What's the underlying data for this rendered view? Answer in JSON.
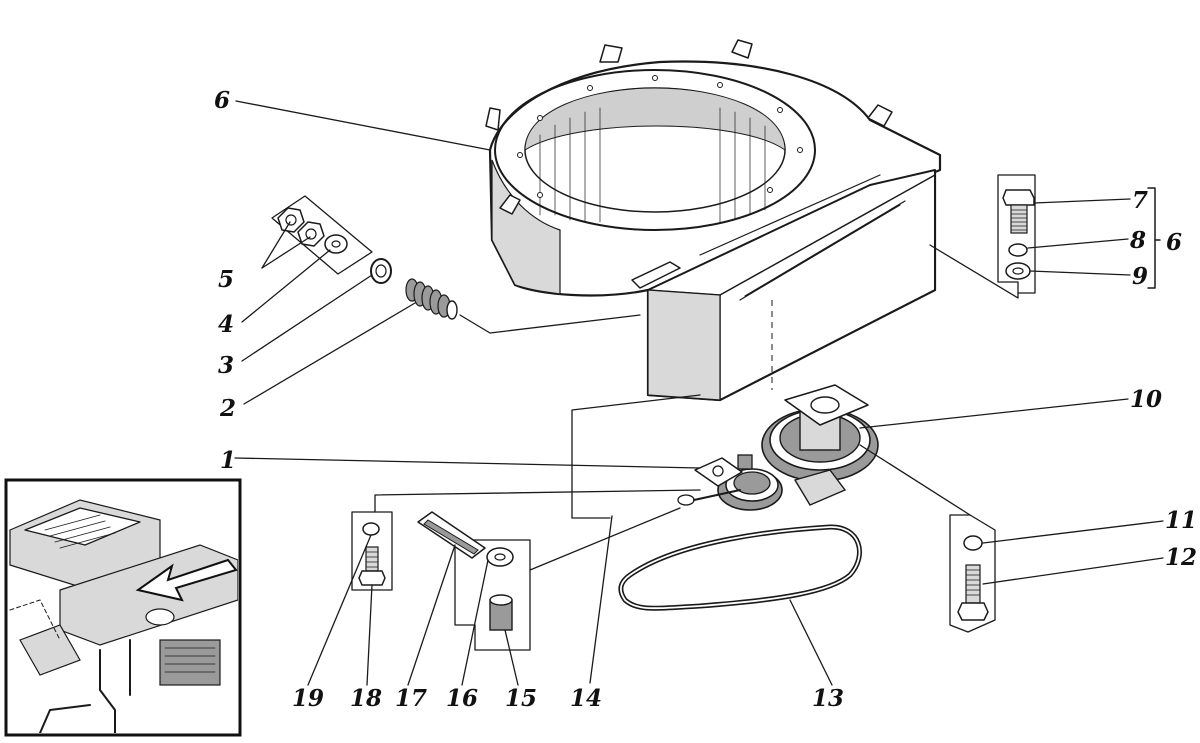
{
  "callouts": {
    "n1": "1",
    "n2": "2",
    "n3": "3",
    "n4": "4",
    "n5": "5",
    "n6": "6",
    "n6b": "6",
    "n7": "7",
    "n8": "8",
    "n9": "9",
    "n10": "10",
    "n11": "11",
    "n12": "12",
    "n13": "13",
    "n14": "14",
    "n15": "15",
    "n16": "16",
    "n17": "17",
    "n18": "18",
    "n19": "19"
  }
}
